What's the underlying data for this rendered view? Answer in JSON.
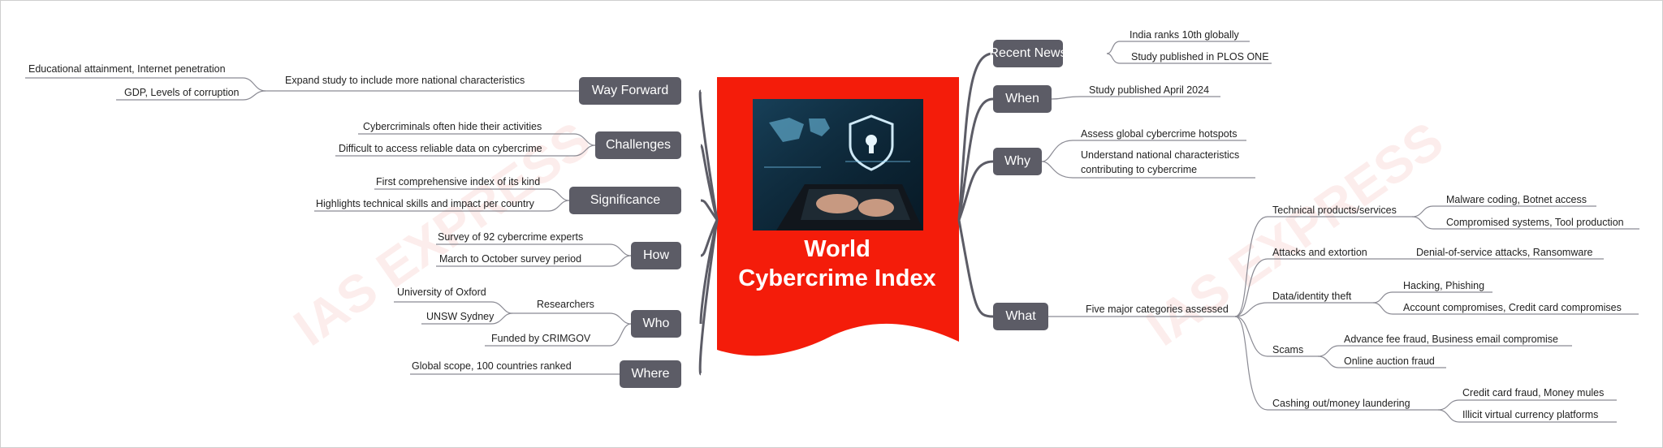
{
  "center": {
    "title_line1": "World",
    "title_line2": "Cybercrime Index",
    "image_icon": "cyber-security-laptop-image",
    "color": "#f41c0a"
  },
  "watermark": "IAS EXPRESS",
  "colors": {
    "node_bg": "#5c5c66",
    "link": "#5c5c66",
    "leaf_link": "#8a8a93"
  },
  "right": {
    "recent_news": {
      "label": "Recent News",
      "items": [
        "India ranks 10th globally",
        "Study published in PLOS ONE"
      ]
    },
    "when": {
      "label": "When",
      "items": [
        "Study published April 2024"
      ]
    },
    "why": {
      "label": "Why",
      "items": [
        "Assess global cybercrime hotspots",
        "Understand national characteristics",
        "contributing to cybercrime"
      ]
    },
    "what": {
      "label": "What",
      "sub": "Five major categories assessed",
      "categories": [
        {
          "name": "Technical products/services",
          "items": [
            "Malware coding, Botnet access",
            "Compromised systems, Tool production"
          ]
        },
        {
          "name": "Attacks and extortion",
          "items": [
            "Denial-of-service attacks, Ransomware"
          ]
        },
        {
          "name": "Data/identity theft",
          "items": [
            "Hacking, Phishing",
            "Account compromises, Credit card compromises"
          ]
        },
        {
          "name": "Scams",
          "items": [
            "Advance fee fraud, Business email compromise",
            "Online auction fraud"
          ]
        },
        {
          "name": "Cashing out/money laundering",
          "items": [
            "Credit card fraud, Money mules",
            "Illicit virtual currency platforms"
          ]
        }
      ]
    }
  },
  "left": {
    "way_forward": {
      "label": "Way Forward",
      "sub": "Expand study to include more national characteristics",
      "items": [
        "Educational attainment, Internet penetration",
        "GDP, Levels of corruption"
      ]
    },
    "challenges": {
      "label": "Challenges",
      "items": [
        "Cybercriminals often hide their activities",
        "Difficult to access reliable data on cybercrime"
      ]
    },
    "significance": {
      "label": "Significance",
      "items": [
        "First comprehensive index of its kind",
        "Highlights technical skills and impact per country"
      ]
    },
    "how": {
      "label": "How",
      "items": [
        "Survey of 92 cybercrime experts",
        "March to October survey period"
      ]
    },
    "who": {
      "label": "Who",
      "researchers": "Researchers",
      "researcher_items": [
        "University of Oxford",
        "UNSW Sydney"
      ],
      "funded": "Funded by CRIMGOV"
    },
    "where": {
      "label": "Where",
      "items": [
        "Global scope, 100 countries ranked"
      ]
    }
  }
}
